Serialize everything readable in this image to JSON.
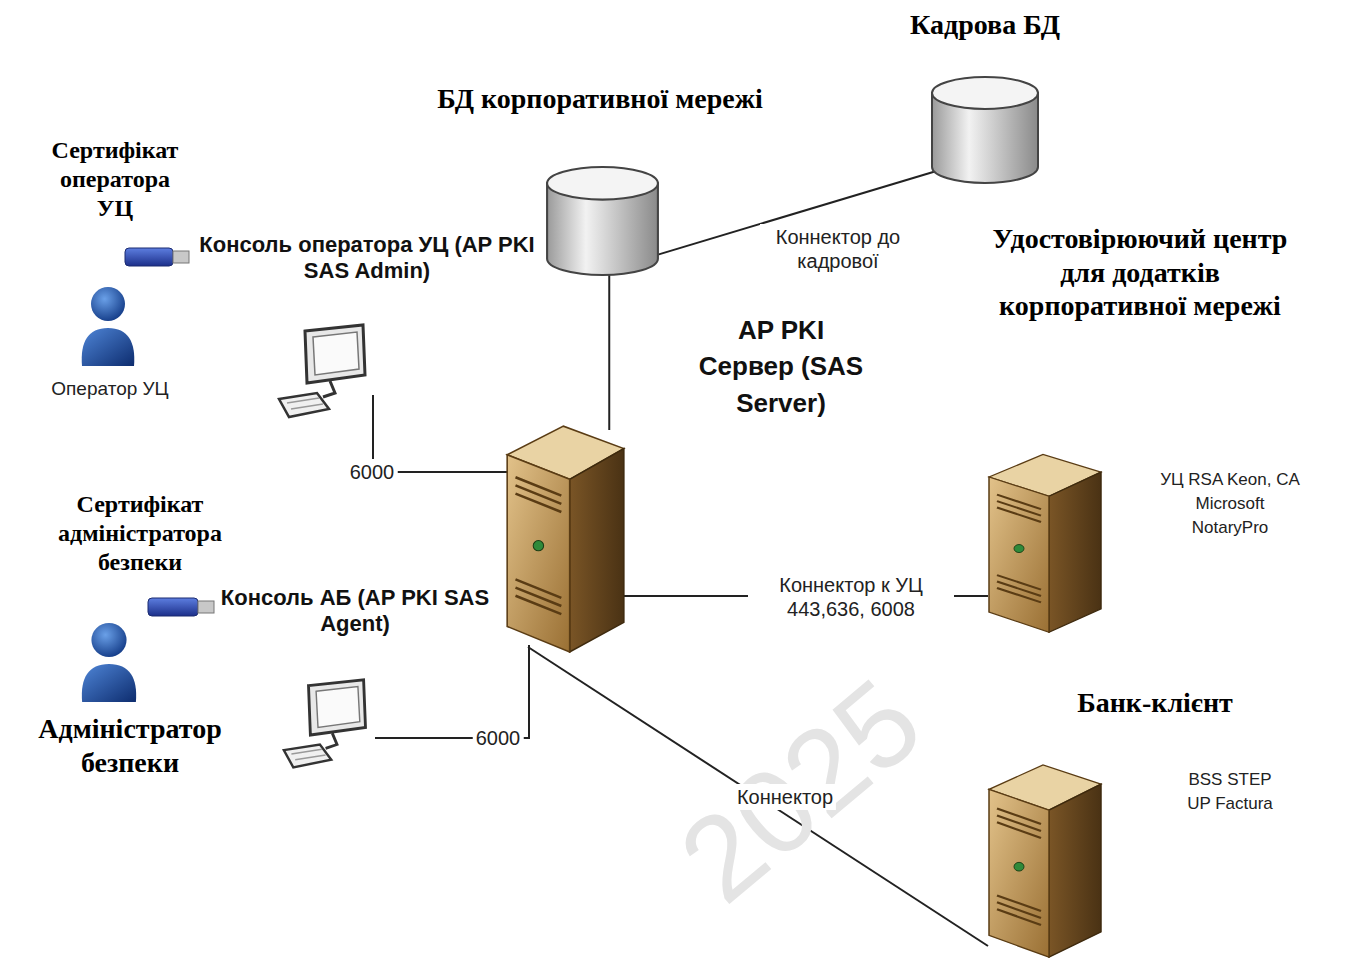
{
  "diagram": {
    "nodes": [
      {
        "text": [
          "Кадрова БД"
        ]
      },
      {
        "text": [
          "БД корпоративної мережі"
        ]
      },
      {
        "text": [
          "Оператор УЦ"
        ]
      },
      {
        "text": [
          "Консоль оператора УЦ (AP PKI SAS Admin)"
        ]
      },
      {
        "text": [
          "AP PKI Сервер (SAS Server)"
        ]
      },
      {
        "text": [
          "Адміністратор безпеки"
        ]
      },
      {
        "text": [
          "Консоль АБ (AP PKI SAS Agent)"
        ]
      },
      {
        "text": [
          "Удостовірюючий центр для додатків корпоративної мережі",
          "УЦ RSA Keon, CA Microsoft NotaryPro"
        ]
      },
      {
        "text": [
          "Банк-клієнт",
          "BSS STEP UP Factura"
        ]
      }
    ],
    "edges": [
      {
        "from": 3,
        "to": 4,
        "label": "6000",
        "arrow": "none"
      },
      {
        "from": 6,
        "to": 4,
        "label": "6000",
        "arrow": "none"
      },
      {
        "from": 4,
        "to": 1,
        "arrow": "none"
      },
      {
        "from": 1,
        "to": 0,
        "label": "Коннектор до кадрової",
        "arrow": "none"
      },
      {
        "from": 4,
        "to": 7,
        "label": "Коннектор к УЦ 443,636, 6008",
        "arrow": "none"
      },
      {
        "from": 4,
        "to": 8,
        "label": "Коннектор",
        "arrow": "none"
      }
    ],
    "labels": [
      "Сертифікат оператора УЦ",
      "Сертифікат адміністратора безпеки",
      "2025"
    ]
  }
}
